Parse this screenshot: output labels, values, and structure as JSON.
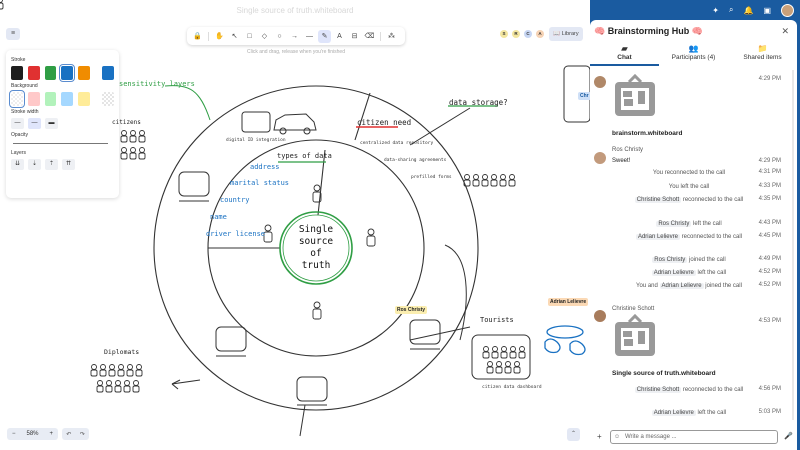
{
  "window": {
    "title": "Single source of truth.whiteboard"
  },
  "toolbar": {
    "tools": [
      {
        "name": "lock",
        "glyph": "🔒"
      },
      {
        "name": "hand",
        "glyph": "✋"
      },
      {
        "name": "select",
        "glyph": "↖"
      },
      {
        "name": "rectangle",
        "glyph": "□"
      },
      {
        "name": "diamond",
        "glyph": "◇"
      },
      {
        "name": "ellipse",
        "glyph": "○"
      },
      {
        "name": "arrow",
        "glyph": "→"
      },
      {
        "name": "line",
        "glyph": "—"
      },
      {
        "name": "draw",
        "glyph": "✎"
      },
      {
        "name": "text",
        "glyph": "A"
      },
      {
        "name": "image",
        "glyph": "⊟"
      },
      {
        "name": "eraser",
        "glyph": "⌫"
      },
      {
        "name": "more",
        "glyph": "⁂"
      }
    ],
    "hint": "Click and drag, release when you're finished",
    "library_label": "Library",
    "menu_glyph": "≡"
  },
  "collaborators": [
    {
      "initial": "S",
      "color": "#f3e6a0"
    },
    {
      "initial": "R",
      "color": "#f3e6a0"
    },
    {
      "initial": "C",
      "color": "#c7d6f3"
    },
    {
      "initial": "A",
      "color": "#f6d3b5"
    }
  ],
  "properties": {
    "stroke_label": "Stroke",
    "stroke_colors": [
      "#1e1e1e",
      "#e03131",
      "#2f9e44",
      "#1971c2",
      "#f08c00",
      "#1971c2"
    ],
    "stroke_selected": 3,
    "background_label": "Background",
    "background_colors": [
      "transparent",
      "#ffc9c9",
      "#b2f2bb",
      "#a5d8ff",
      "#ffec99",
      "checker"
    ],
    "background_selected": 0,
    "stroke_width_label": "Stroke width",
    "stroke_widths": [
      "—",
      "—",
      "▬"
    ],
    "stroke_width_selected": 1,
    "opacity_label": "Opacity",
    "layers_label": "Layers",
    "layer_buttons": [
      "⇊",
      "⇣",
      "⇡",
      "⇈"
    ]
  },
  "zoom": {
    "minus": "−",
    "value": "58%",
    "plus": "+",
    "undo": "↶",
    "redo": "↷"
  },
  "board": {
    "center": [
      "Single",
      "source",
      "of",
      "truth"
    ],
    "sensitivity_layers": "sensitivity layers",
    "citizens": "citizens",
    "digital_id": "digital ID integration",
    "types_of_data": "types of data",
    "data_items": [
      "address",
      "marital status",
      "country",
      "name",
      "driver license"
    ],
    "citizen_need": "citizen need",
    "data_storage": "data storage?",
    "needs": [
      "centralized data repository",
      "data-sharing agreements",
      "prefilled forms"
    ],
    "tourists": "Tourists",
    "diplomats": "Diplomats",
    "dashboard": "citizen data dashboard",
    "cursors": [
      {
        "name": "Ros Christy",
        "color": "#fbeeb0"
      },
      {
        "name": "Adrian Lelievre",
        "color": "#fbd9b5"
      }
    ],
    "chat_snippet": "Chr"
  },
  "sidebar": {
    "topbar_icons": [
      "✦",
      "⌕",
      "🔔",
      "▣"
    ],
    "title": "🧠 Brainstorming Hub 🧠",
    "close": "✕",
    "tabs": [
      {
        "label": "Chat",
        "icon": "▰",
        "active": true
      },
      {
        "label": "Participants (4)",
        "icon": "👥",
        "active": false
      },
      {
        "label": "Shared items",
        "icon": "📁",
        "active": false
      }
    ],
    "messages": {
      "m1_time": "4:29 PM",
      "m1_file": "brainstorm.whiteboard",
      "m2_author": "Ros Christy",
      "m2_text": "Sweet!",
      "m2_time": "4:29 PM",
      "sys": [
        {
          "pre": "",
          "chip": "",
          "post": "You reconnected to the call",
          "time": "4:31 PM"
        },
        {
          "pre": "",
          "chip": "",
          "post": "You left the call",
          "time": "4:33 PM"
        },
        {
          "pre": "",
          "chip": "Christine Schott",
          "post": "reconnected to the call",
          "time": "4:35 PM"
        },
        {
          "pre": "",
          "chip": "Ros Christy",
          "post": "left the call",
          "time": "4:43 PM"
        },
        {
          "pre": "",
          "chip": "Adrian Lelievre",
          "post": "reconnected to the call",
          "time": "4:45 PM"
        },
        {
          "pre": "",
          "chip": "Ros Christy",
          "post": "joined the call",
          "time": "4:49 PM"
        },
        {
          "pre": "",
          "chip": "Adrian Lelievre",
          "post": "left the call",
          "time": "4:52 PM"
        },
        {
          "pre": "You and",
          "chip": "Adrian Lelievre",
          "post": "joined the call",
          "time": "4:52 PM"
        }
      ],
      "m3_author": "Christine Schott",
      "m3_time": "4:53 PM",
      "m3_file": "Single source of truth.whiteboard",
      "sys2": [
        {
          "chip": "Christine Schott",
          "post": "reconnected to the call",
          "time": "4:56 PM"
        },
        {
          "chip": "Adrian Lelievre",
          "post": "left the call",
          "time": "5:03 PM"
        }
      ]
    },
    "composer": {
      "placeholder": "Write a message ...",
      "plus": "+",
      "mic": "🎤",
      "emoji": "☺"
    }
  }
}
